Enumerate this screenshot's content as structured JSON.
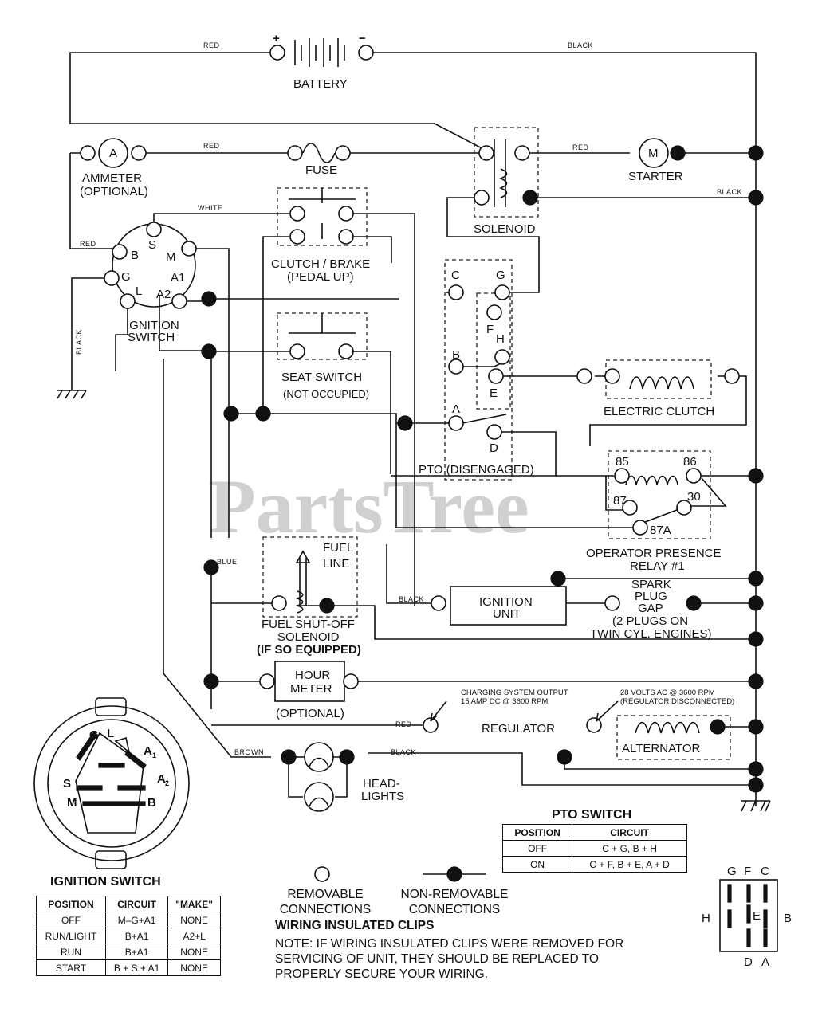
{
  "watermark": "PartsTree",
  "components": {
    "battery": "BATTERY",
    "battery_plus": "+",
    "battery_minus": "−",
    "ammeter": "AMMETER",
    "ammeter_optional": "(OPTIONAL)",
    "ammeter_symbol": "A",
    "fuse": "FUSE",
    "solenoid": "SOLENOID",
    "starter": "STARTER",
    "starter_symbol": "M",
    "clutch_brake": "CLUTCH / BRAKE",
    "clutch_brake_state": "(PEDAL UP)",
    "ignition_switch": "IGNITION",
    "ignition_switch_2": "SWITCH",
    "seat_switch": "SEAT SWITCH",
    "seat_switch_state": "(NOT OCCUPIED)",
    "electric_clutch": "ELECTRIC CLUTCH",
    "pto": "PTO (DISENGAGED)",
    "relay_l1": "OPERATOR PRESENCE",
    "relay_l2": "RELAY #1",
    "relay_85": "85",
    "relay_86": "86",
    "relay_87": "87",
    "relay_30": "30",
    "relay_87a": "87A",
    "fuel_line_1": "FUEL",
    "fuel_line_2": "LINE",
    "fuel_solenoid_1": "FUEL SHUT-OFF",
    "fuel_solenoid_2": "SOLENOID",
    "fuel_solenoid_3": "(IF SO EQUIPPED)",
    "ignition_unit_1": "IGNITION",
    "ignition_unit_2": "UNIT",
    "spark_1": "SPARK",
    "spark_2": "PLUG",
    "spark_3": "GAP",
    "spark_4": "(2 PLUGS ON",
    "spark_5": "TWIN CYL. ENGINES)",
    "hour_meter_1": "HOUR",
    "hour_meter_2": "METER",
    "hour_meter_optional": "(OPTIONAL)",
    "charging_1": "CHARGING SYSTEM OUTPUT",
    "charging_2": "15 AMP DC @ 3600 RPM",
    "ac_1": "28 VOLTS AC @ 3600 RPM",
    "ac_2": "(REGULATOR DISCONNECTED)",
    "regulator": "REGULATOR",
    "alternator": "ALTERNATOR",
    "headlights_1": "HEAD-",
    "headlights_2": "LIGHTS"
  },
  "terminals": {
    "ign_b": "B",
    "ign_s": "S",
    "ign_m": "M",
    "ign_g": "G",
    "ign_l": "L",
    "ign_a1": "A1",
    "ign_a2": "A2",
    "pto_c": "C",
    "pto_g": "G",
    "pto_f": "F",
    "pto_h": "H",
    "pto_b": "B",
    "pto_e": "E",
    "pto_a": "A",
    "pto_d": "D"
  },
  "wire_colors": {
    "red": "RED",
    "black": "BLACK",
    "white": "WHITE",
    "blue": "BLUE",
    "brown": "BROWN"
  },
  "ignition_face": {
    "title": "IGNITION SWITCH",
    "g": "G",
    "l": "L",
    "a1": "A",
    "a1_sub": "1",
    "s": "S",
    "a2": "A",
    "a2_sub": "2",
    "m": "M",
    "b": "B"
  },
  "ignition_table": {
    "headers": [
      "POSITION",
      "CIRCUIT",
      "\"MAKE\""
    ],
    "rows": [
      [
        "OFF",
        "M–G+A1",
        "NONE"
      ],
      [
        "RUN/LIGHT",
        "B+A1",
        "A2+L"
      ],
      [
        "RUN",
        "B+A1",
        "NONE"
      ],
      [
        "START",
        "B + S + A1",
        "NONE"
      ]
    ]
  },
  "pto_table": {
    "title": "PTO SWITCH",
    "headers": [
      "POSITION",
      "CIRCUIT"
    ],
    "rows": [
      [
        "OFF",
        "C + G, B + H"
      ],
      [
        "ON",
        "C + F, B + E, A + D"
      ]
    ]
  },
  "legend": {
    "removable_1": "REMOVABLE",
    "removable_2": "CONNECTIONS",
    "nonremovable_1": "NON-REMOVABLE",
    "nonremovable_2": "CONNECTIONS",
    "clips": "WIRING INSULATED CLIPS",
    "note_1": "NOTE: IF WIRING INSULATED CLIPS WERE REMOVED FOR",
    "note_2": "SERVICING OF UNIT, THEY SHOULD BE REPLACED TO",
    "note_3": "PROPERLY SECURE YOUR WIRING."
  },
  "pto_face": {
    "g": "G",
    "f": "F",
    "c": "C",
    "h": "H",
    "e": "E",
    "b": "B",
    "d": "D",
    "a": "A"
  }
}
